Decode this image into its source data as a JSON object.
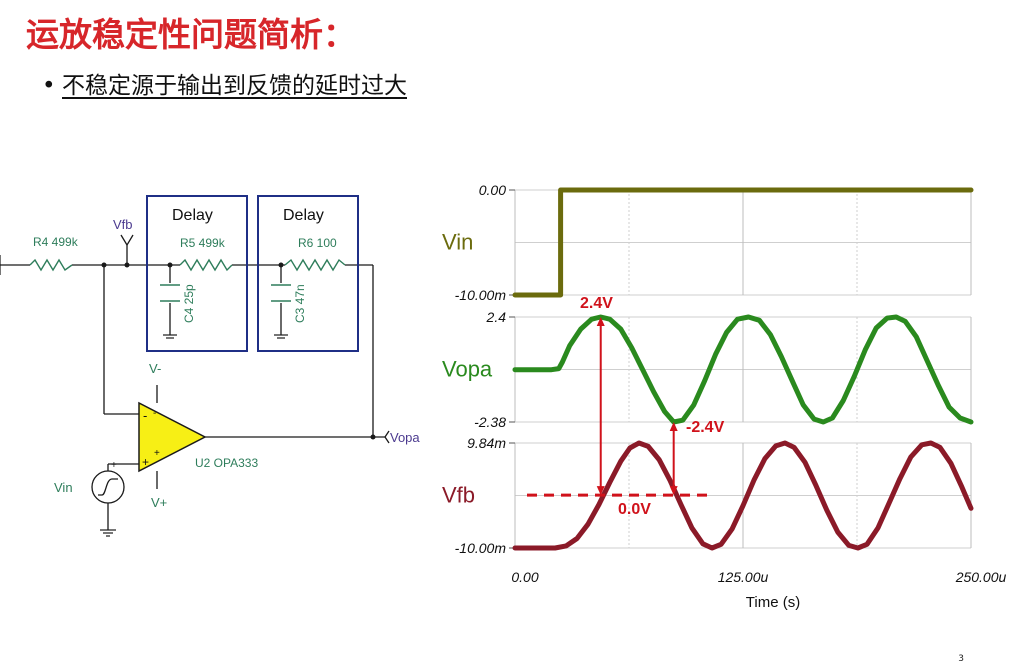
{
  "slide": {
    "title": "运放稳定性问题简析：",
    "bullet": "不稳定源于输出到反馈的延时过大",
    "page_number": "3"
  },
  "schematic": {
    "r4": "R4 499k",
    "vfb_label": "Vfb",
    "delay1": "Delay",
    "delay2": "Delay",
    "r5": "R5 499k",
    "r6": "R6 100",
    "c4": "C4 25p",
    "c3": "C3 47n",
    "vminus": "V-",
    "vplus": "V+",
    "opamp": "U2 OPA333",
    "vopa_label": "Vopa",
    "vin_label": "Vin",
    "minus_sign": "-",
    "plus_sign": "+",
    "colors": {
      "wire": "#1a1a1a",
      "box": "#1f2f86",
      "opamp_fill": "#f7ef15",
      "component": "#2e7d5b"
    }
  },
  "chart_data": {
    "type": "line",
    "xlabel": "Time (s)",
    "x_ticks": [
      "0.00",
      "125.00u",
      "250.00u"
    ],
    "xlim": [
      0,
      250
    ],
    "panels": [
      {
        "name": "Vin",
        "color": "#6b6b0d",
        "y_ticks": [
          "0.00",
          "-10.00m"
        ],
        "ylim": [
          -10,
          0
        ],
        "points": [
          [
            0,
            -10
          ],
          [
            25,
            -10
          ],
          [
            25,
            0
          ],
          [
            250,
            0
          ]
        ]
      },
      {
        "name": "Vopa",
        "color": "#2a8a1e",
        "y_ticks": [
          "2.4",
          "-2.38"
        ],
        "ylim": [
          -2.38,
          2.4
        ],
        "points": [
          [
            0,
            0
          ],
          [
            20,
            0
          ],
          [
            24,
            0.05
          ],
          [
            26,
            0.35
          ],
          [
            30,
            1.1
          ],
          [
            36,
            1.85
          ],
          [
            42,
            2.3
          ],
          [
            47,
            2.4
          ],
          [
            52,
            2.3
          ],
          [
            58,
            1.85
          ],
          [
            64,
            1.0
          ],
          [
            70,
            0.0
          ],
          [
            76,
            -1.0
          ],
          [
            82,
            -1.9
          ],
          [
            87,
            -2.38
          ],
          [
            92,
            -2.3
          ],
          [
            98,
            -1.6
          ],
          [
            104,
            -0.5
          ],
          [
            110,
            0.7
          ],
          [
            116,
            1.7
          ],
          [
            122,
            2.3
          ],
          [
            128,
            2.4
          ],
          [
            134,
            2.25
          ],
          [
            140,
            1.6
          ],
          [
            146,
            0.6
          ],
          [
            152,
            -0.5
          ],
          [
            158,
            -1.6
          ],
          [
            164,
            -2.25
          ],
          [
            169,
            -2.38
          ],
          [
            174,
            -2.2
          ],
          [
            180,
            -1.4
          ],
          [
            186,
            -0.3
          ],
          [
            192,
            0.9
          ],
          [
            198,
            1.9
          ],
          [
            204,
            2.35
          ],
          [
            209,
            2.4
          ],
          [
            214,
            2.2
          ],
          [
            220,
            1.5
          ],
          [
            226,
            0.4
          ],
          [
            232,
            -0.7
          ],
          [
            238,
            -1.7
          ],
          [
            244,
            -2.2
          ],
          [
            250,
            -2.38
          ]
        ],
        "annotations": [
          "2.4V",
          "-2.4V"
        ]
      },
      {
        "name": "Vfb",
        "color": "#8b1a28",
        "y_ticks": [
          "9.84m",
          "-10.00m"
        ],
        "ylim": [
          -10,
          9.84
        ],
        "points": [
          [
            0,
            -10
          ],
          [
            22,
            -10
          ],
          [
            28,
            -9.6
          ],
          [
            34,
            -8.2
          ],
          [
            40,
            -5.5
          ],
          [
            46,
            -1.8
          ],
          [
            52,
            2.4
          ],
          [
            58,
            6.4
          ],
          [
            63,
            8.9
          ],
          [
            68,
            9.84
          ],
          [
            73,
            9.2
          ],
          [
            79,
            6.7
          ],
          [
            85,
            2.8
          ],
          [
            91,
            -1.8
          ],
          [
            97,
            -6.2
          ],
          [
            103,
            -9.2
          ],
          [
            108,
            -10
          ],
          [
            113,
            -9.3
          ],
          [
            119,
            -6.4
          ],
          [
            125,
            -2.0
          ],
          [
            131,
            2.8
          ],
          [
            137,
            6.9
          ],
          [
            143,
            9.3
          ],
          [
            148,
            9.84
          ],
          [
            153,
            9.0
          ],
          [
            159,
            6.2
          ],
          [
            165,
            1.8
          ],
          [
            171,
            -2.9
          ],
          [
            177,
            -7.0
          ],
          [
            183,
            -9.5
          ],
          [
            188,
            -10
          ],
          [
            193,
            -9.3
          ],
          [
            199,
            -6.2
          ],
          [
            205,
            -1.6
          ],
          [
            211,
            3.1
          ],
          [
            217,
            7.2
          ],
          [
            223,
            9.5
          ],
          [
            228,
            9.84
          ],
          [
            233,
            9.0
          ],
          [
            239,
            6.0
          ],
          [
            245,
            1.5
          ],
          [
            250,
            -2.5
          ]
        ],
        "annotations": [
          "0.0V"
        ]
      }
    ]
  }
}
